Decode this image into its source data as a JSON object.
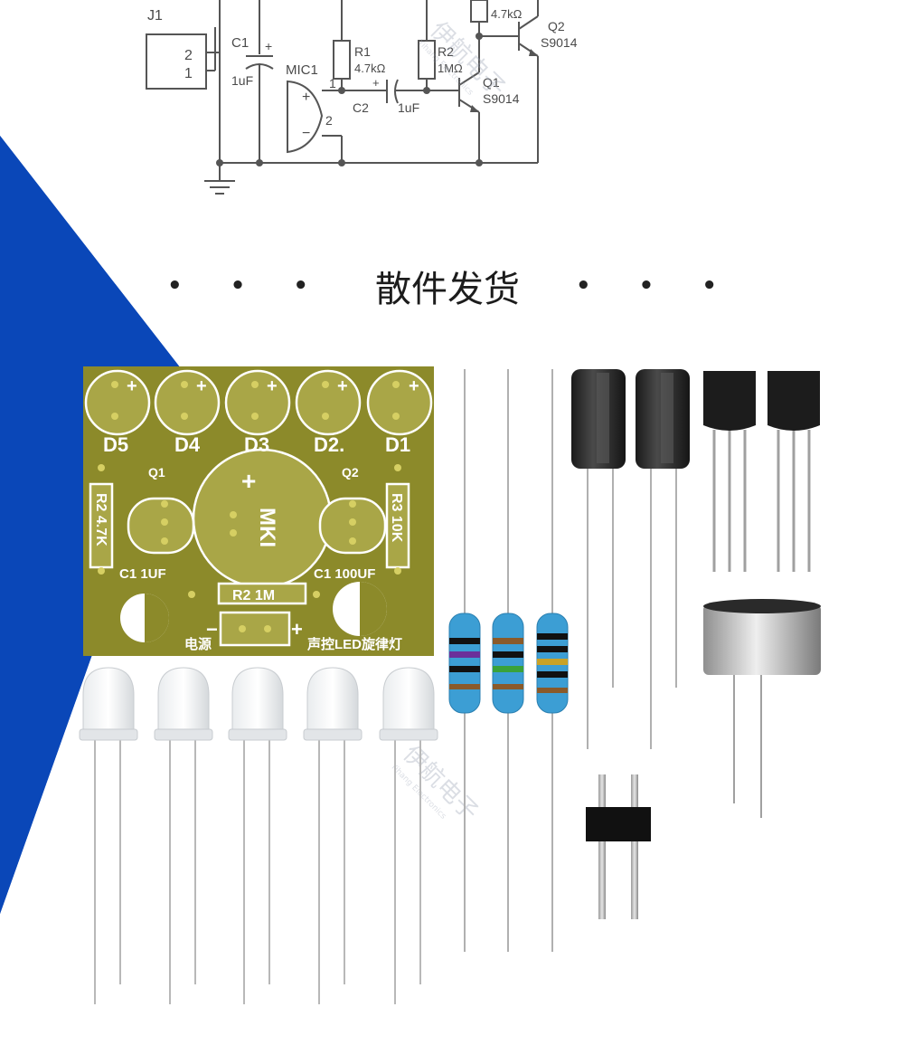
{
  "schematic": {
    "labels": {
      "j1": "J1",
      "j1_pin2": "2",
      "j1_pin1": "1",
      "c1_name": "C1",
      "c1_value": "1uF",
      "mic1": "MIC1",
      "mic1_pin1": "1",
      "mic1_pin2": "2",
      "r1_name": "R1",
      "r1_value": "4.7kΩ",
      "c2_name": "C2",
      "c2_value": "1uF",
      "r2_name": "R2",
      "r2_value": "1MΩ",
      "r3_value": "4.7kΩ",
      "q1_name": "Q1",
      "q1_model": "S9014",
      "q2_name": "Q2",
      "q2_model": "S9014",
      "plus": "+",
      "minus": "−"
    }
  },
  "section": {
    "dots_left": "• • •",
    "title": "散件发货",
    "dots_right": "• • •"
  },
  "pcb": {
    "leds": [
      "D5",
      "D4",
      "D3",
      "D2.",
      "D1"
    ],
    "q1": "Q1",
    "q2": "Q2",
    "r2_vertical": "R2 4.7K",
    "r3_vertical": "R3 10K",
    "mic": "MKI",
    "c1_left": "C1 1UF",
    "c1_right": "C1 100UF",
    "r2_bottom": "R2 1M",
    "power_label": "电源",
    "minus": "−",
    "plus": "+",
    "product_label": "声控LED旋律灯",
    "plus_mark": "+"
  },
  "watermark": {
    "brand": "伊航电子",
    "sub": "Yihang Electronics"
  },
  "colors": {
    "blue": "#0a47b8",
    "pcb": "#8c8a2a",
    "resistor": "#3c9ed4"
  }
}
